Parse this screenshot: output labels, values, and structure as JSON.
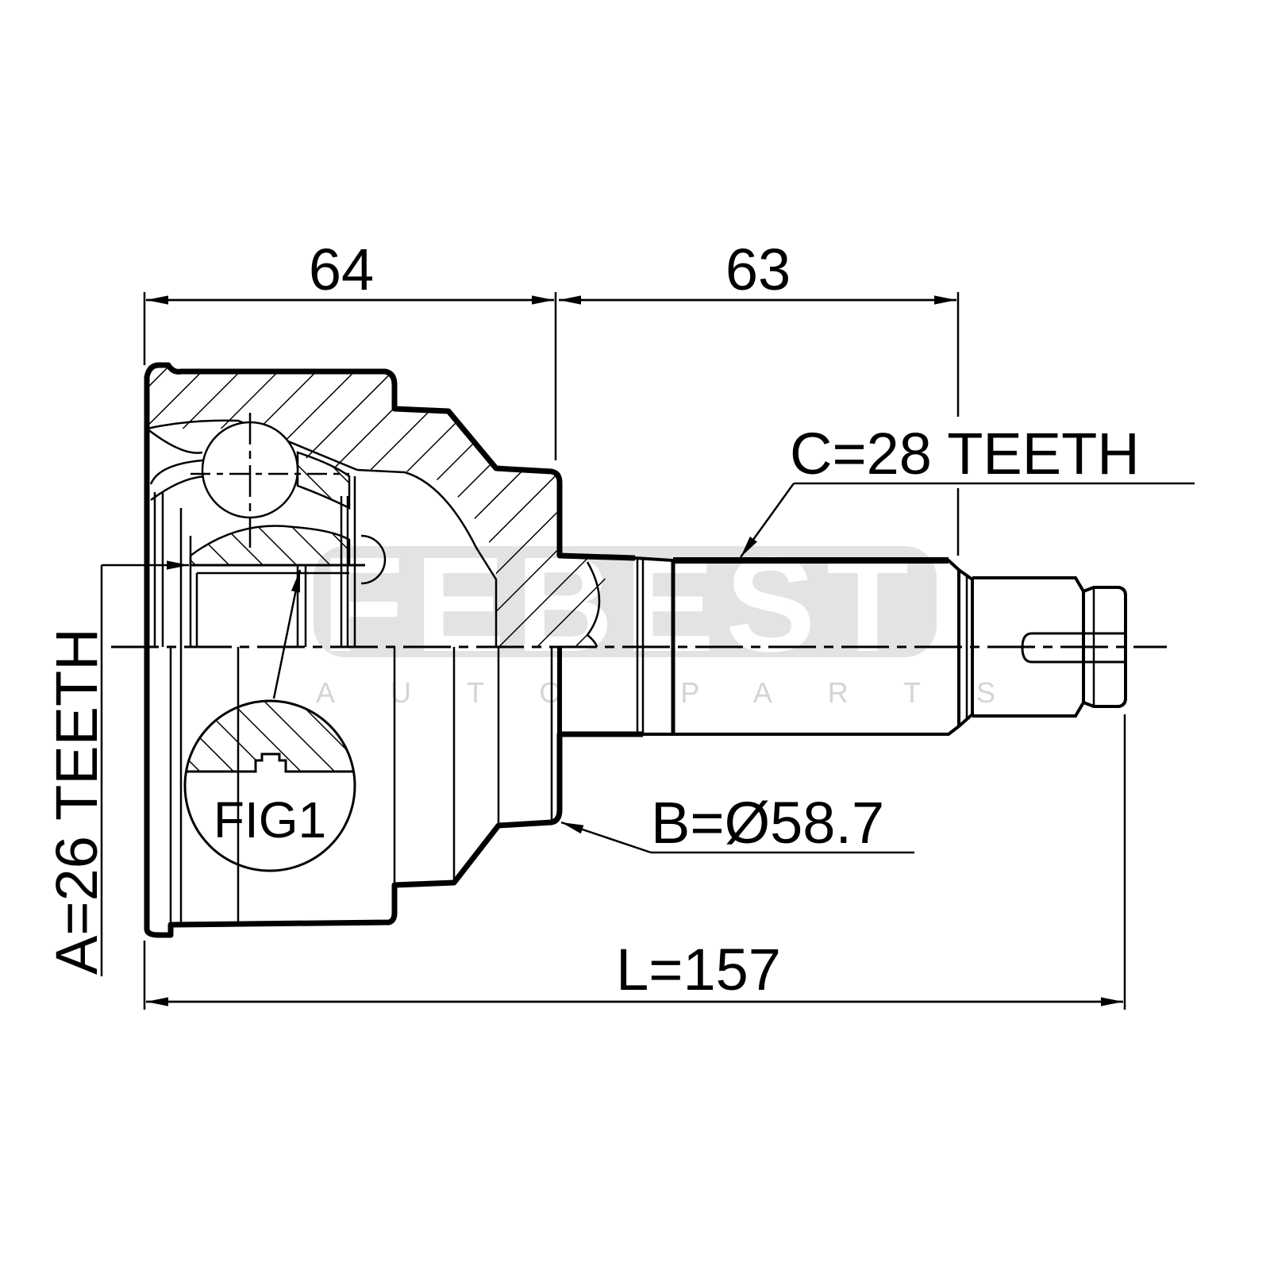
{
  "drawing": {
    "dimensions": {
      "housing_length": "64",
      "shaft_length": "63",
      "total_length": "L=157",
      "inner_spline": "A=26 TEETH",
      "outer_spline": "C=28 TEETH",
      "abs_ring": "B=Ø58.7"
    },
    "figure_label": "FIG1"
  },
  "watermark": {
    "brand": "FEBEST",
    "tagline": "AUTO PARTS"
  },
  "colors": {
    "line": "#000000",
    "watermark": "#e3e3e3"
  }
}
